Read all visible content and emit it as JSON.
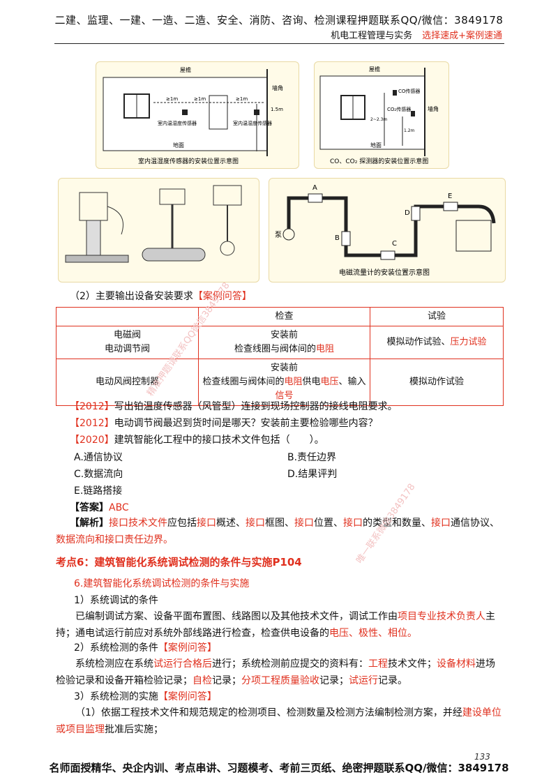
{
  "header": {
    "top": "二建、监理、一建、一造、二造、安全、消防、咨询、检测课程押题联系QQ/微信：3849178",
    "subject": "机电工程管理与实务",
    "tagline": "选择速成+案例速通"
  },
  "figures": {
    "fig1": {
      "caption": "室内温湿度传感器的安装位置示意图",
      "ceiling": "屋檐",
      "corner": "墙角",
      "floor": "地面",
      "d1": "≥1m",
      "d2": "≥1m",
      "d3": "≥1m",
      "height": "1.5m",
      "s1": "室内温湿度传感器",
      "s2": "室内温湿度传感器"
    },
    "fig2": {
      "caption": "CO、CO₂ 探测器的安装位置示意图",
      "ceiling": "屋檐",
      "corner": "墙角",
      "floor": "地面",
      "co": "CO传感器",
      "co2": "CO₂传感器",
      "h1": "2~2.3m",
      "h2": "1.2m"
    },
    "fig4": {
      "caption": "电磁流量计的安装位置示意图",
      "a": "A",
      "b": "B",
      "c": "C",
      "d": "D",
      "e": "E",
      "pump": "泵"
    }
  },
  "section2": {
    "title": "（2）主要输出设备安装要求",
    "tag": "【案例问答】"
  },
  "table": {
    "headers": [
      "",
      "检查",
      "试验"
    ],
    "row1": {
      "device1": "电磁阀",
      "device2": "电动调节阀",
      "check1": "安装前",
      "check2a": "检查线圈与阀体间的",
      "check2b": "电阻",
      "test_a": "模拟动作试验、",
      "test_b": "压力试验"
    },
    "row2": {
      "device": "电动风阀控制器",
      "check1": "安装前",
      "check2a": "检查线圈与阀体间的",
      "check2b": "电阻",
      "check2c": "供电",
      "check2d": "电压",
      "check2e": "、输入",
      "check2f": "信号",
      "test": "模拟动作试验"
    }
  },
  "questions": {
    "q1_year": "【2012】",
    "q1": "写出铂温度传感器（风管型）连接到现场控制器的接线电阻要求。",
    "q2_year": "【2012】",
    "q2": "电动调节阀最迟到货时间是哪天？安装前主要检验哪些内容？",
    "q3_year": "【2020】",
    "q3": "建筑智能化工程中的接口技术文件包括（　　）。",
    "optA": "A.通信协议",
    "optB": "B.责任边界",
    "optC": "C.数据流向",
    "optD": "D.结果评判",
    "optE": "E.链路搭接",
    "answer_label": "【答案】",
    "answer": "ABC",
    "analysis_label": "【解析】",
    "analysis_1": "接口技术文件",
    "analysis_2": "应包括",
    "analysis_3": "接口",
    "analysis_4": "概述、",
    "analysis_5": "接口",
    "analysis_6": "框图、",
    "analysis_7": "接口",
    "analysis_8": "位置、",
    "analysis_9": "接口",
    "analysis_10": "的类型和数量、",
    "analysis_11": "接口",
    "analysis_12": "通",
    "analysis_13": "信协议、",
    "analysis_14": "数据流向和接口责任边界。"
  },
  "kaodian": "考点6：建筑智能化系统调试检测的条件与实施P104",
  "body": {
    "h6": "6.建筑智能化系统调试检测的条件与实施",
    "h1": "1）系统调试的条件",
    "p1a": "已编制调试方案、设备平面布置图、线路图以及其他技术文件，调试工作由",
    "p1b": "项目专业技术负责人",
    "p1c": "主持；通电试运行前应对系统外部线路进行检查，检查供电设备的",
    "p1d": "电压、极性、相位。",
    "h2": "2）系统检测的条件",
    "h2tag": "【案例问答】",
    "p2a": "系统检测应在系统",
    "p2b": "试运行合格后",
    "p2c": "进行；系统检测前应提交的资料有：",
    "p2d": "工程",
    "p2e": "技术文件；",
    "p2f": "设备材料",
    "p2g": "进场检验记录和设备开箱检验记录；",
    "p2h": "自检",
    "p2i": "记录；",
    "p2j": "分项工程质量验收",
    "p2k": "记录；",
    "p2l": "试运行",
    "p2m": "记录。",
    "h3": "3）系统检测的实施",
    "h3tag": "【案例问答】",
    "p3a": "（1）依据工程技术文件和规范规定的检测项目、检测数量及检测方法编制检测方案，并经",
    "p3b": "建设单位或项目监理",
    "p3c": "批准后实施；"
  },
  "watermarks": {
    "w1": "精准押题请联系QQ微信3849178",
    "w2": "唯一联系微信3849178"
  },
  "page_number": "133",
  "footer": "名师面授精华、央企内训、考点串讲、习题模考、考前三页纸、绝密押题联系QQ/微信：3849178"
}
